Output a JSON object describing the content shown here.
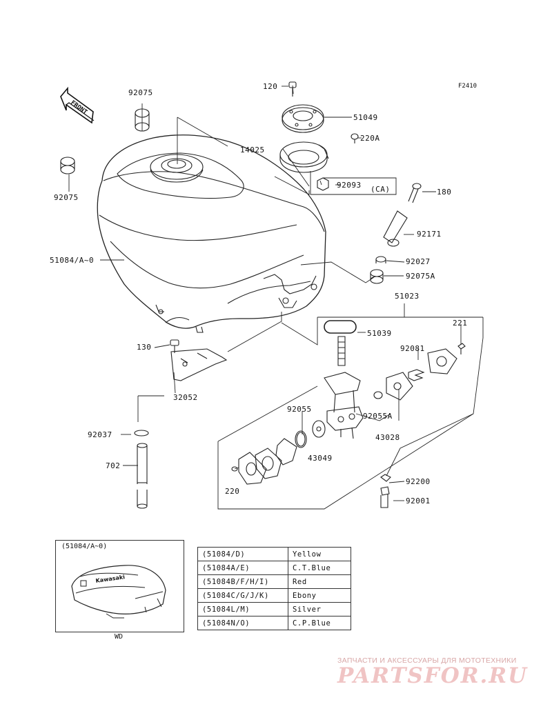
{
  "diagram_code": "F2410",
  "front_label": "FRONT",
  "parts": [
    {
      "id": "p120",
      "label": "120"
    },
    {
      "id": "p51049",
      "label": "51049"
    },
    {
      "id": "p220A",
      "label": "220A"
    },
    {
      "id": "p14025",
      "label": "14025"
    },
    {
      "id": "p92093",
      "label": "92093"
    },
    {
      "id": "pCA",
      "label": "(CA)"
    },
    {
      "id": "p180",
      "label": "180"
    },
    {
      "id": "p92075a",
      "label": "92075"
    },
    {
      "id": "p92075b",
      "label": "92075"
    },
    {
      "id": "p51084",
      "label": "51084/A~0"
    },
    {
      "id": "p92171",
      "label": "92171"
    },
    {
      "id": "p92027",
      "label": "92027"
    },
    {
      "id": "p92075A",
      "label": "92075A"
    },
    {
      "id": "p51023",
      "label": "51023"
    },
    {
      "id": "p221",
      "label": "221"
    },
    {
      "id": "p51039",
      "label": "51039"
    },
    {
      "id": "p130",
      "label": "130"
    },
    {
      "id": "p92081",
      "label": "92081"
    },
    {
      "id": "p32052",
      "label": "32052"
    },
    {
      "id": "p92055",
      "label": "92055"
    },
    {
      "id": "p92055A",
      "label": "92055A"
    },
    {
      "id": "p43028",
      "label": "43028"
    },
    {
      "id": "p92037",
      "label": "92037"
    },
    {
      "id": "p43049",
      "label": "43049"
    },
    {
      "id": "p702",
      "label": "702"
    },
    {
      "id": "p92200",
      "label": "92200"
    },
    {
      "id": "p220",
      "label": "220"
    },
    {
      "id": "p92001",
      "label": "92001"
    }
  ],
  "inset": {
    "title": "(51084/A~0)",
    "caption": "WD",
    "tank_text": "Kawasaki"
  },
  "color_table": [
    {
      "model": "(51084/D)",
      "color": "Yellow"
    },
    {
      "model": "(51084A/E)",
      "color": "C.T.Blue"
    },
    {
      "model": "(51084B/F/H/I)",
      "color": "Red"
    },
    {
      "model": "(51084C/G/J/K)",
      "color": "Ebony"
    },
    {
      "model": "(51084L/M)",
      "color": "Silver"
    },
    {
      "model": "(51084N/O)",
      "color": "C.P.Blue"
    }
  ],
  "watermark": {
    "tagline": "ЗАПЧАСТИ И АКСЕССУАРЫ ДЛЯ МОТОТЕХНИКИ",
    "logo": "PARTSFOR.RU"
  }
}
